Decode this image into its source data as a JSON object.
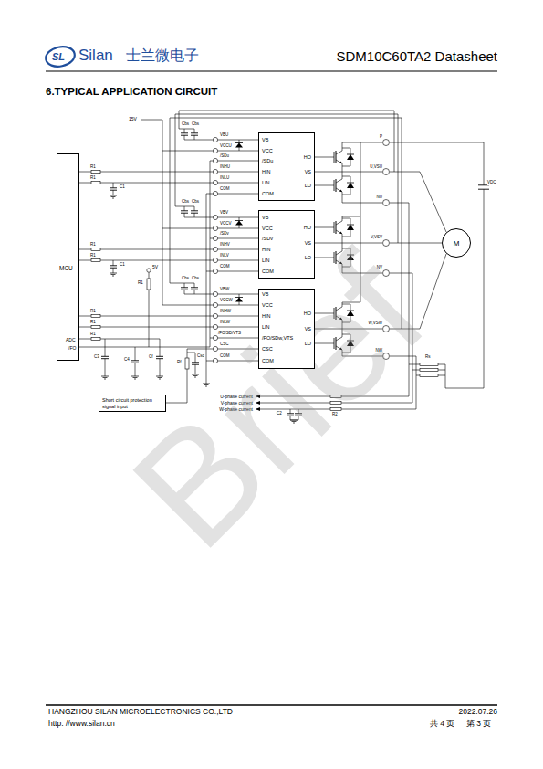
{
  "diagram": {
    "title": "6.TYPICAL APPLICATION CIRCUIT",
    "nodes": [
      {
        "text": [
          "MCU",
          "ADC",
          "/FO"
        ]
      },
      {
        "text": [
          "VB",
          "VCC",
          "/SDu",
          "HIN",
          "LIN",
          "COM",
          "HO",
          "VS",
          "LO"
        ]
      },
      {
        "text": [
          "VB",
          "VCC",
          "/SDv",
          "HIN",
          "LIN",
          "COM",
          "HO",
          "VS",
          "LO"
        ]
      },
      {
        "text": [
          "VB",
          "VCC",
          "HIN",
          "LIN",
          "/FO/SDw,VTS",
          "CSC",
          "COM",
          "HO",
          "VS",
          "LO"
        ]
      },
      {
        "text": [
          "M"
        ]
      },
      {
        "text": [
          "Short circuit protection signal input"
        ]
      }
    ],
    "edges": [
      {
        "from": 0,
        "to": 1,
        "arrow": "none"
      },
      {
        "from": 0,
        "to": 2,
        "arrow": "none"
      },
      {
        "from": 0,
        "to": 3,
        "arrow": "none"
      }
    ],
    "labels": [
      "SL",
      "Silan",
      "士兰微电子",
      "SDM10C60TA2 Datasheet",
      "15V",
      "Cbs",
      "Cbs",
      "VBU",
      "VCCU",
      "/SDu",
      "INHU",
      "INLU",
      "COM",
      "R1",
      "R1",
      "C1",
      "Cbs",
      "Cbs",
      "VBV",
      "VCCV",
      "/SDv",
      "INHV",
      "INLV",
      "COM",
      "R1",
      "R1",
      "C1",
      "5V",
      "R1",
      "Cbs",
      "Cbs",
      "VBW",
      "VCCW",
      "INHW",
      "INLW",
      "/FO/SD/VTS",
      "CSC",
      "COM",
      "R1",
      "R1",
      "R1",
      "C3",
      "C4",
      "Cf",
      "Rf",
      "Csc",
      "P",
      "U,VSU",
      "NU",
      "V,VSV",
      "NV",
      "W,VSW",
      "NW",
      "VDC",
      "Rs",
      "U-phase current",
      "V-phase current",
      "W-phase current",
      "C2",
      "R2",
      "Brief",
      "HANGZHOU SILAN MICROELECTRONICS CO.,LTD",
      "2022.07.26",
      "http: //www.silan.cn",
      "共 4 页",
      "第 3 页"
    ]
  }
}
